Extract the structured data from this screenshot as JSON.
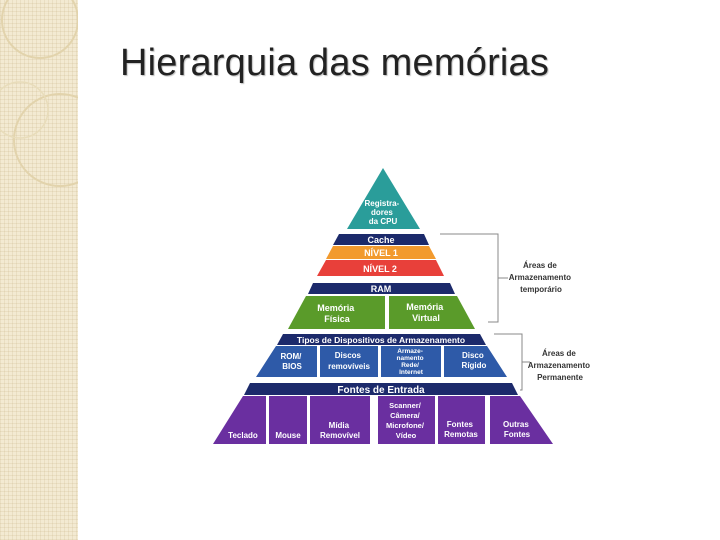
{
  "slide": {
    "title": "Hierarquia das memórias"
  },
  "pyramid": {
    "top": [
      "Registra-",
      "dores",
      "da CPU"
    ],
    "cache": "Cache",
    "level1": "NÍVEL 1",
    "level2": "NÍVEL 2",
    "ram": "RAM",
    "physical": [
      "Memória",
      "Física"
    ],
    "virtual": [
      "Memória",
      "Virtual"
    ],
    "storage_types": "Tipos de Dispositivos de Armazenamento",
    "rom": [
      "ROM/",
      "BIOS"
    ],
    "removable_disks": [
      "Discos",
      "removíveis"
    ],
    "network_storage": [
      "Armaze-",
      "namento",
      "Rede/",
      "Internet"
    ],
    "hard_disk": [
      "Disco",
      "Rígido"
    ],
    "input_sources": "Fontes de Entrada",
    "keyboard": "Teclado",
    "mouse": "Mouse",
    "removable_media": [
      "Mídia",
      "Removível"
    ],
    "scanner": [
      "Scanner/",
      "Câmera/",
      "Microfone/",
      "Vídeo"
    ],
    "remote_sources": [
      "Fontes",
      "Remotas"
    ],
    "other_sources": [
      "Outras",
      "Fontes"
    ]
  },
  "brackets": {
    "temporary": [
      "Áreas de",
      "Armazenamento",
      "temporário"
    ],
    "permanent": [
      "Áreas de",
      "Armazenamento",
      "Permanente"
    ]
  },
  "colors": {
    "teal": "#2a9d9a",
    "navy": "#1c2a6b",
    "orange": "#f29a2e",
    "red": "#e8403a",
    "green": "#5a9b2a",
    "blue": "#2e5aa8",
    "purple": "#6a2fa0"
  }
}
